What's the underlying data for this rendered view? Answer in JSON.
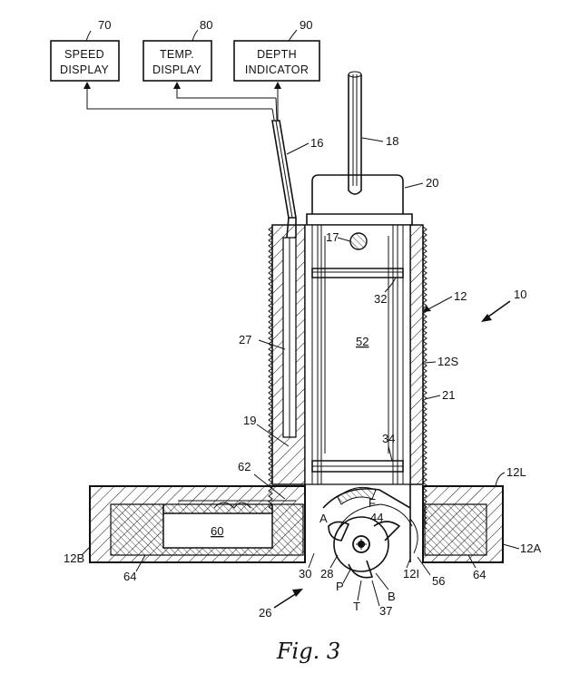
{
  "boxes": [
    {
      "id": "70",
      "line1": "SPEED",
      "line2": "DISPLAY"
    },
    {
      "id": "80",
      "line1": "TEMP.",
      "line2": "DISPLAY"
    },
    {
      "id": "90",
      "line1": "DEPTH",
      "line2": "INDICATOR"
    }
  ],
  "labels": {
    "l16": "16",
    "l18": "18",
    "l20": "20",
    "l17": "17",
    "l12": "12",
    "l10": "10",
    "l32": "32",
    "l52": "52",
    "l27": "27",
    "l12S": "12S",
    "l21": "21",
    "l19": "19",
    "l34": "34",
    "l62": "62",
    "l12L": "12L",
    "lF": "F",
    "lA": "A",
    "l44": "44",
    "l60": "60",
    "l12A": "12A",
    "l12B": "12B",
    "l64a": "64",
    "l64b": "64",
    "l30": "30",
    "l28": "28",
    "l12I": "12I",
    "l56": "56",
    "lP": "P",
    "lB": "B",
    "lT": "T",
    "l37": "37",
    "l26": "26"
  },
  "caption": "Fig. 3"
}
